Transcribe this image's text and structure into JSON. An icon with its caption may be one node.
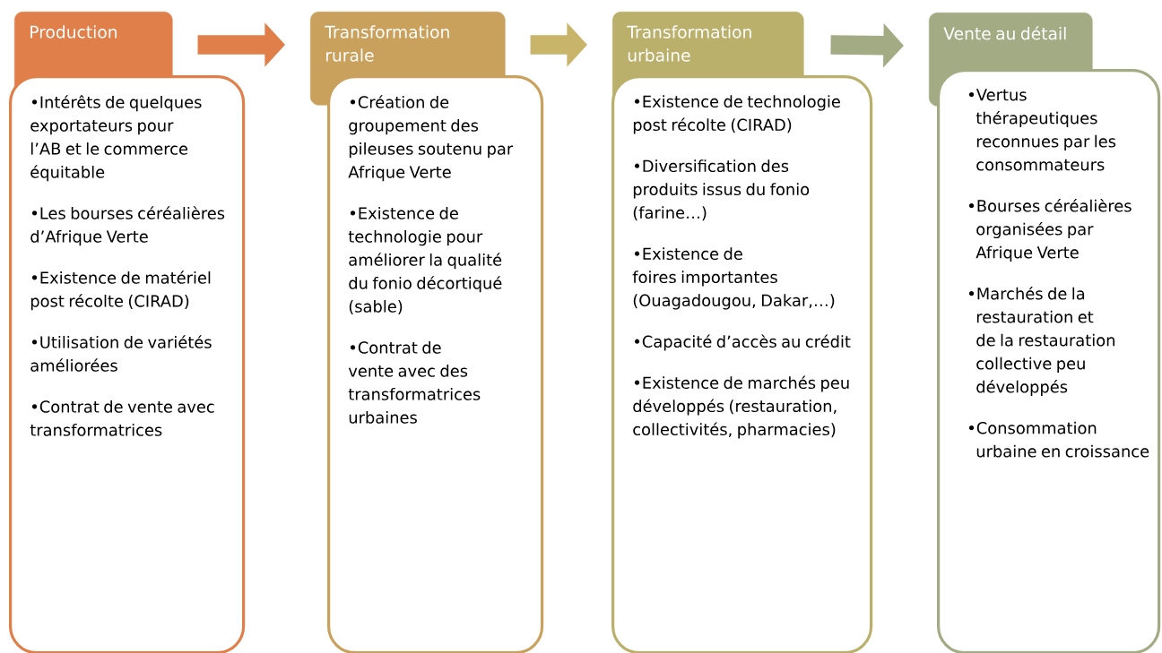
{
  "diagram": {
    "nodes": [
      {
        "text": [
          "Production"
        ]
      },
      {
        "text": [
          "•Intérêts de quelques exportateurs pour l’AB et le commerce équitable",
          "•Les bourses céréalières d’Afrique Verte",
          "•Existence de matériel post récolte (CIRAD)",
          "•Utilisation de variétés améliorées",
          "•Contrat de vente avec transformatrices"
        ]
      },
      {
        "text": [
          "Transformation rurale"
        ]
      },
      {
        "text": [
          "•Création de groupement des pileuses soutenu par Afrique Verte",
          "•Existence de technologie pour améliorer la qualité du fonio décortiqué (sable)",
          "•Contrat de vente avec des transformatrices urbaines"
        ]
      },
      {
        "text": [
          "Transformation urbaine"
        ]
      },
      {
        "text": [
          "•Existence de technologie post récolte (CIRAD)",
          "•Diversification des produits issus du fonio (farine…)",
          "•Existence de foires importantes (Ouagadougou, Dakar,…)",
          "•Capacité d’accès au crédit",
          "•Existence de marchés peu développés (restauration, collectivités, pharmacies)"
        ]
      },
      {
        "text": [
          "Vente au détail"
        ]
      },
      {
        "text": [
          "•Vertus thérapeutiques reconnues par les consommateurs",
          "•Bourses céréalières organisées par Afrique Verte",
          "•Marchés de la restauration et de la restauration collective peu développés",
          "•Consommation urbaine en croissance"
        ]
      }
    ],
    "edges": [
      {
        "from": 0,
        "to": 2,
        "arrow": "to",
        "color": "#e07f4a"
      },
      {
        "from": 2,
        "to": 4,
        "arrow": "to",
        "color": "#c9b56a"
      },
      {
        "from": 4,
        "to": 6,
        "arrow": "to",
        "color": "#a2ab83"
      }
    ]
  }
}
